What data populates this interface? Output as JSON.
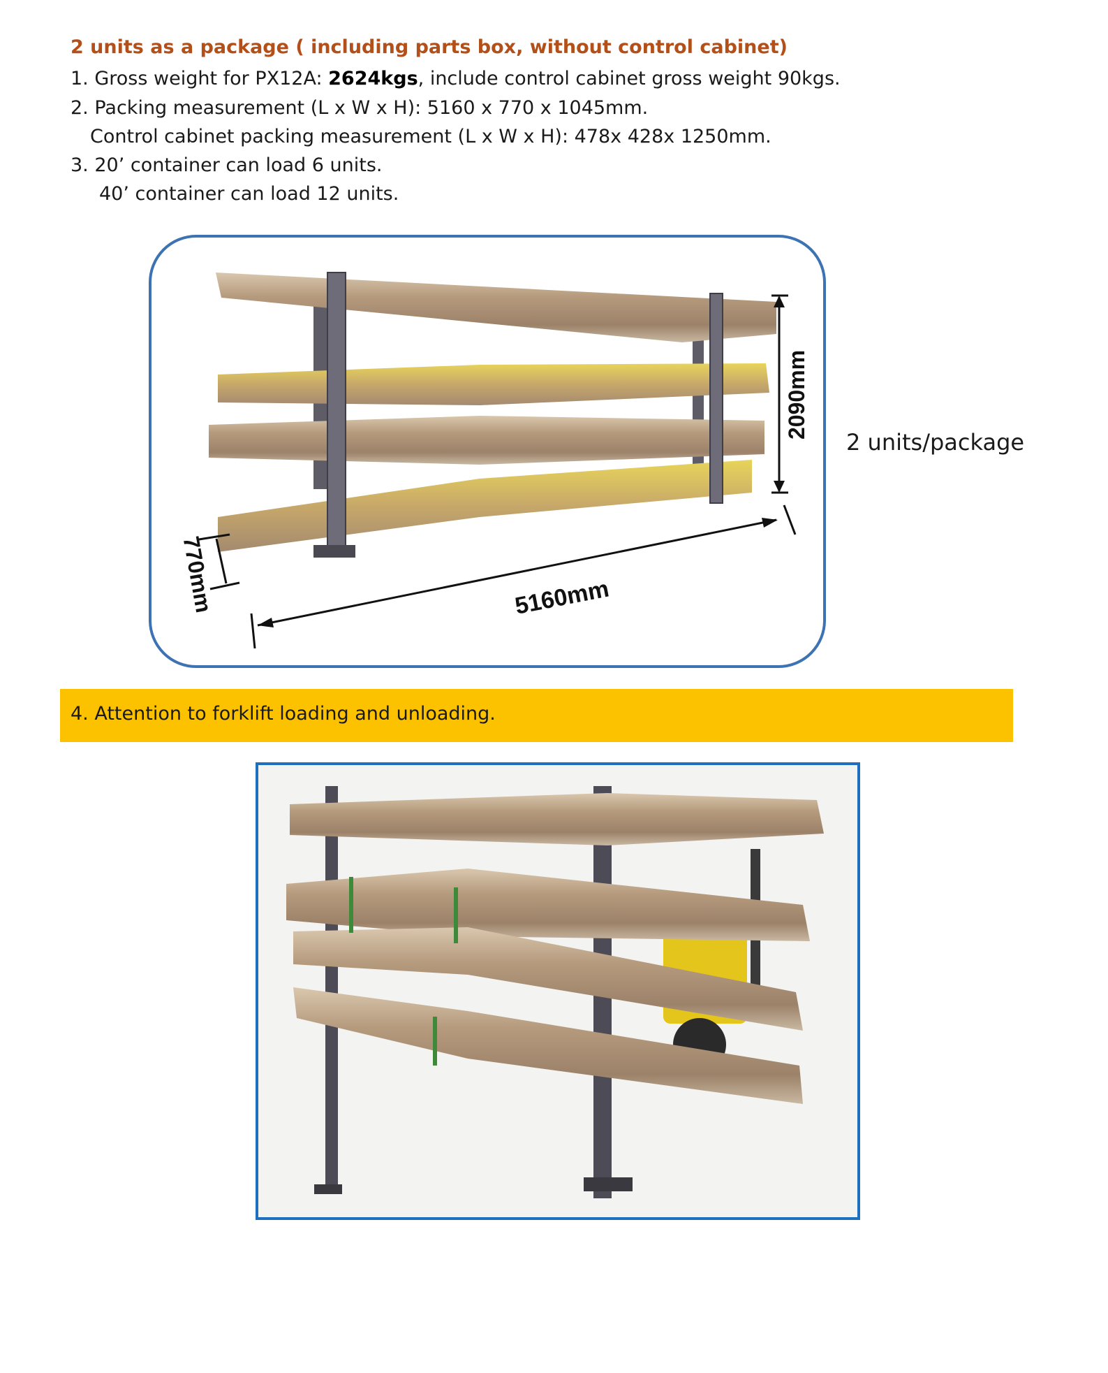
{
  "heading": "2 units as a package ( including parts box, without control cabinet)",
  "items": {
    "l1_pre": "1. Gross weight for PX12A: ",
    "l1_bold": "2624kgs",
    "l1_post": ", include control cabinet gross weight 90kgs.",
    "l2": "2. Packing measurement (L x W x H): 5160 x 770 x 1045mm.",
    "l2b": "Control cabinet packing measurement (L x W x H): 478x 428x 1250mm.",
    "l3": "3. 20’ container can load 6 units.",
    "l3b": "40’ container can load 12 units."
  },
  "figure1": {
    "dim_height": "2090mm",
    "dim_length": "5160mm",
    "dim_width": "770mm"
  },
  "side_note": "2 units/package",
  "banner": "4. Attention to forklift loading and unloading.",
  "colors": {
    "heading": "#b3501a",
    "banner": "#fcc200",
    "frame1_border": "#3d73b3",
    "frame2_border": "#1f6fc0"
  }
}
